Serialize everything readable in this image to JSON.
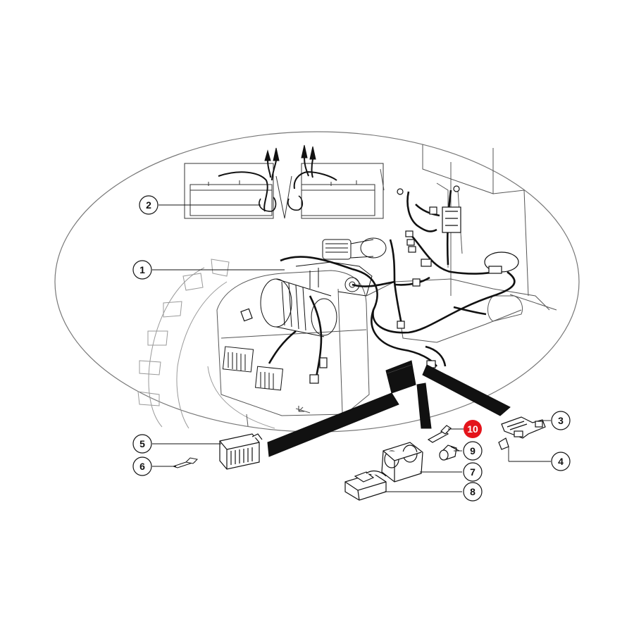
{
  "colors": {
    "ink": "#111111",
    "highlight": "#e4141b",
    "background": "#ffffff"
  },
  "callouts": [
    {
      "number": "1",
      "highlighted": false
    },
    {
      "number": "2",
      "highlighted": false
    },
    {
      "number": "3",
      "highlighted": false
    },
    {
      "number": "4",
      "highlighted": false
    },
    {
      "number": "5",
      "highlighted": false
    },
    {
      "number": "6",
      "highlighted": false
    },
    {
      "number": "7",
      "highlighted": false
    },
    {
      "number": "8",
      "highlighted": false
    },
    {
      "number": "9",
      "highlighted": false
    },
    {
      "number": "10",
      "highlighted": true
    }
  ]
}
